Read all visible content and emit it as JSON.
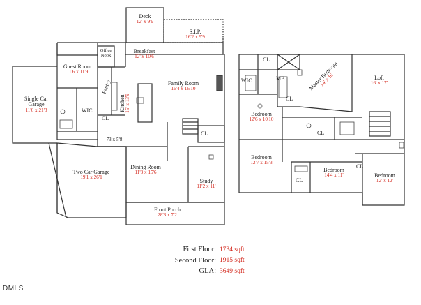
{
  "rooms": {
    "deck": {
      "name": "Deck",
      "dims": "12' x 9'9"
    },
    "sip": {
      "name": "S.I.P.",
      "dims": "16'2 x 9'9"
    },
    "breakfast": {
      "name": "Breakfast",
      "dims": "12' x 10'6"
    },
    "office_nook": {
      "name": "Office Nook"
    },
    "guest_room": {
      "name": "Guest Room",
      "dims": "11'6 x 11'9"
    },
    "family_room": {
      "name": "Family Room",
      "dims": "16'4 x 16'10"
    },
    "single_garage": {
      "name": "Single Car Garage",
      "dims": "11'6 x 21'3"
    },
    "two_car_garage": {
      "name": "Two Car Garage",
      "dims": "19'1 x 26'1"
    },
    "dining_room": {
      "name": "Dining Room",
      "dims": "11'3 x 15'6"
    },
    "study": {
      "name": "Study",
      "dims": "11'2 x 11'"
    },
    "front_porch": {
      "name": "Front Porch",
      "dims": "28'3 x 7'2"
    },
    "kitchen": {
      "name": "Kitchen",
      "dims": "15' x 13'9"
    },
    "foyer_dim": {
      "dims": "73 x 5'8"
    },
    "master_bedroom": {
      "name": "Master Bedroom",
      "dims": "14' x 16'"
    },
    "loft": {
      "name": "Loft",
      "dims": "16' x 17'"
    },
    "bedroom_a": {
      "name": "Bedroom",
      "dims": "12'6 x 10'10"
    },
    "bedroom_b": {
      "name": "Bedroom",
      "dims": "12'7 x 15'3"
    },
    "bedroom_c": {
      "name": "Bedroom",
      "dims": "14'4 x 11'"
    },
    "bedroom_d": {
      "name": "Bedroom",
      "dims": "12' x 12'"
    }
  },
  "tags": {
    "pantry": "Pantry",
    "wic": "WIC",
    "cl": "CL",
    "mb": "MB"
  },
  "stats": {
    "first_label": "First Floor:",
    "first_value": "1734 sqft",
    "second_label": "Second Floor:",
    "second_value": "1915 sqft",
    "gla_label": "GLA:",
    "gla_value": "3649 sqft"
  },
  "logo": "DMLS"
}
